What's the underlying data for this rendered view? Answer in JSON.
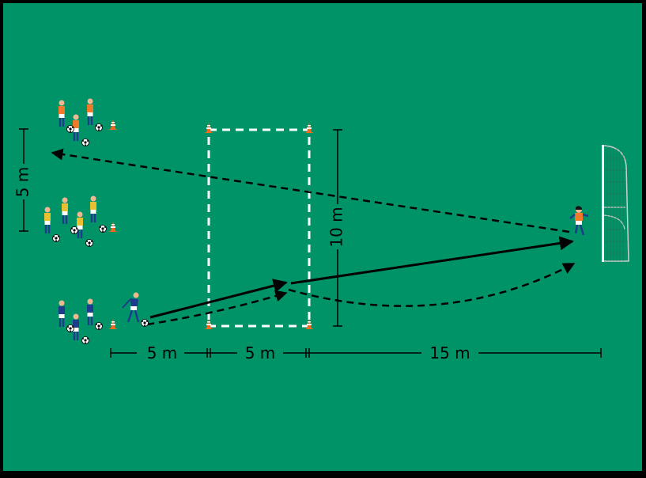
{
  "colors": {
    "border": "#000000",
    "field": "#009368",
    "line": "#000000",
    "zone": "#ffffff",
    "cone": "#f26a1b",
    "team_orange_shirt": "#f07a2a",
    "team_yellow_shirt": "#e8c030",
    "team_blue_shirt": "#1e3c8c",
    "shorts": "#ffffff",
    "socks": "#1e3c8c",
    "skin": "#f0b890"
  },
  "measurements": {
    "vertical_left": "5 m",
    "vertical_zone": "10 m",
    "horizontal": [
      "5 m",
      "5 m",
      "15 m"
    ]
  },
  "groups": [
    {
      "name": "orange-group",
      "shirt": "orange",
      "players": 3
    },
    {
      "name": "yellow-group",
      "shirt": "yellow",
      "players": 4
    },
    {
      "name": "blue-group",
      "shirt": "blue",
      "players": 3
    }
  ],
  "zone": {
    "type": "dashed-rectangle",
    "cones": 4
  },
  "goal": {
    "type": "goal-with-net"
  },
  "paths": [
    {
      "name": "pass-to-zone",
      "style": "solid"
    },
    {
      "name": "run-to-zone",
      "style": "dashed"
    },
    {
      "name": "pass-to-goalkeeper",
      "style": "solid"
    },
    {
      "name": "curved-run-to-goal",
      "style": "dashed"
    },
    {
      "name": "return-pass-to-left",
      "style": "dashed"
    }
  ]
}
